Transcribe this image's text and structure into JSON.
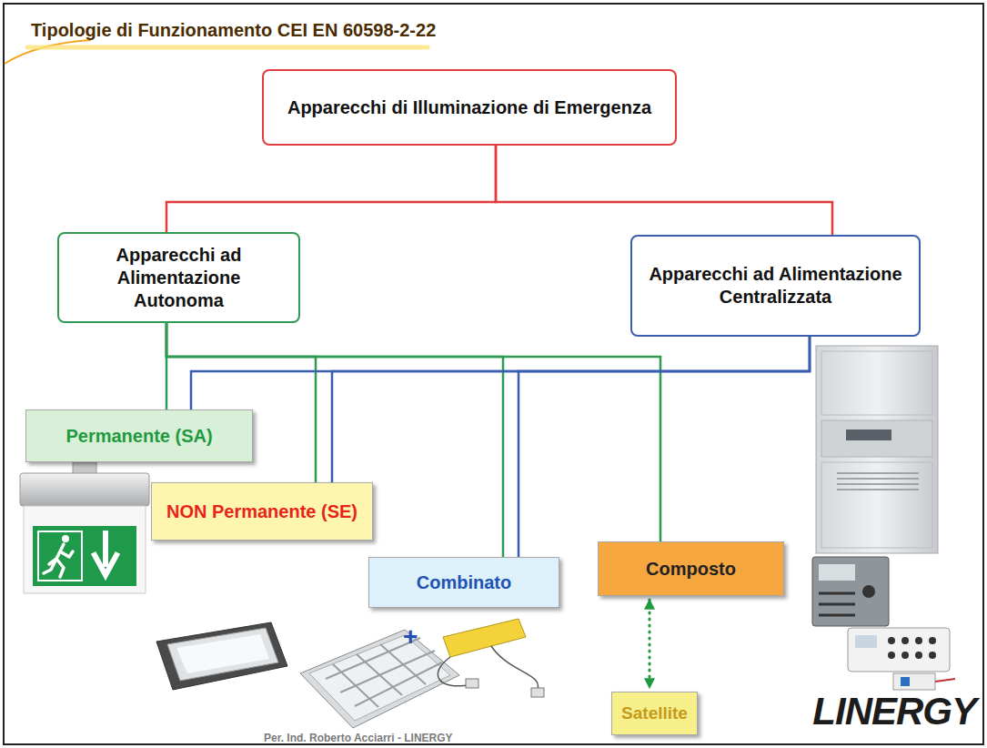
{
  "diagram": {
    "title": "Tipologie di Funzionamento CEI EN 60598-2-22",
    "nodes": [
      {
        "text": [
          "Apparecchi di Illuminazione di Emergenza"
        ]
      },
      {
        "text": [
          "Apparecchi ad Alimentazione Autonoma"
        ]
      },
      {
        "text": [
          "Apparecchi ad Alimentazione Centralizzata"
        ]
      },
      {
        "text": [
          "Permanente (SA)"
        ]
      },
      {
        "text": [
          "NON Permanente (SE)"
        ]
      },
      {
        "text": [
          "Combinato"
        ]
      },
      {
        "text": [
          "Composto"
        ]
      },
      {
        "text": [
          "Satellite"
        ]
      }
    ],
    "edges": [
      {
        "from": 0,
        "to": 1,
        "arrow": "none"
      },
      {
        "from": 0,
        "to": 2,
        "arrow": "none"
      },
      {
        "from": 1,
        "to": 3,
        "arrow": "none"
      },
      {
        "from": 1,
        "to": 4,
        "arrow": "none"
      },
      {
        "from": 1,
        "to": 5,
        "arrow": "none"
      },
      {
        "from": 1,
        "to": 6,
        "arrow": "none"
      },
      {
        "from": 2,
        "to": 3,
        "arrow": "none"
      },
      {
        "from": 2,
        "to": 4,
        "arrow": "none"
      },
      {
        "from": 2,
        "to": 5,
        "arrow": "none"
      },
      {
        "from": 6,
        "to": 7,
        "arrow": "both"
      }
    ],
    "labels": [
      "+",
      "Per. Ind. Roberto Acciarri - LINERGY",
      "LINERGY"
    ]
  }
}
